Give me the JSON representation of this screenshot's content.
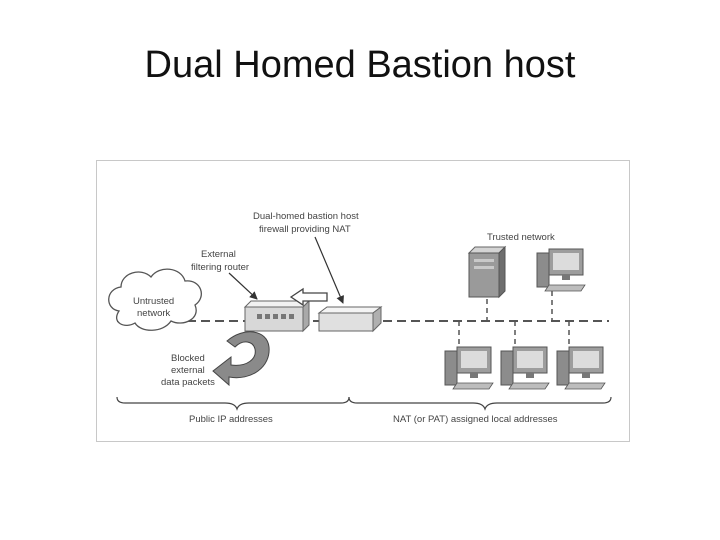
{
  "slide": {
    "title": "Dual Homed Bastion host"
  },
  "diagram": {
    "labels": {
      "bastion_line1": "Dual-homed bastion host",
      "bastion_line2": "firewall providing NAT",
      "router_line1": "External",
      "router_line2": "filtering router",
      "trusted": "Trusted network",
      "untrusted_line1": "Untrusted",
      "untrusted_line2": "network",
      "blocked_line1": "Blocked",
      "blocked_line2": "external",
      "blocked_line3": "data packets",
      "public_ip": "Public IP addresses",
      "nat": "NAT (or PAT) assigned local addresses"
    },
    "colors": {
      "line": "#555555",
      "device_fill": "#e9e9e9",
      "device_dark": "#7a7a7a",
      "arrow_fill": "#8a8a8a"
    },
    "icons": [
      "cloud-icon",
      "router-icon",
      "firewall-icon",
      "server-icon",
      "workstation-icon",
      "u-turn-arrow-icon"
    ]
  }
}
